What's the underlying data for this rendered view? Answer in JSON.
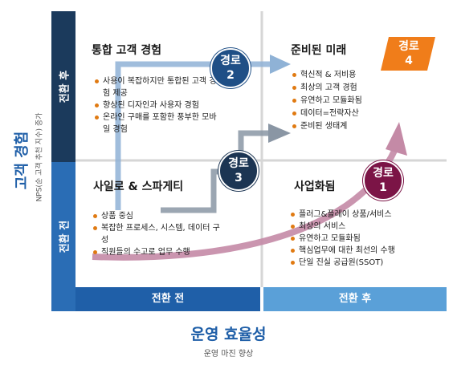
{
  "y_axis": {
    "title": "고객 경험",
    "subtitle": "NPS(순 고객 추천 지수) 증가",
    "top_label": "전환 후",
    "bottom_label": "전환 전"
  },
  "x_axis": {
    "title": "운영 효율성",
    "subtitle": "운영 마진 향상",
    "left_label": "전환 전",
    "right_label": "전환 후"
  },
  "quadrants": {
    "top_left": {
      "title": "통합 고객 경험",
      "items": [
        "사용이 복잡하지만 통합된 고객 경험 제공",
        "향상된 디자인과 사용자 경험",
        "온라인 구매를 포함한 풍부한 모바일 경험"
      ]
    },
    "top_right": {
      "title": "준비된 미래",
      "items": [
        "혁신적 & 저비용",
        "최상의 고객 경험",
        "유연하고 모듈화됨",
        "데이터=전략자산",
        "준비된 생태계"
      ]
    },
    "bottom_left": {
      "title": "사일로 & 스파게티",
      "items": [
        "상품 중심",
        "복잡한 프로세스, 시스템, 데이터 구성",
        "직원들의 수고로 업무 수행"
      ]
    },
    "bottom_right": {
      "title": "사업화됨",
      "items": [
        "플러그&플레이 상품/서비스",
        "최상의 서비스",
        "유연하고 모듈화됨",
        "핵심업무에 대한 최선의 수행",
        "단일 진실 공급원(SSOT)"
      ]
    }
  },
  "paths": {
    "p1": {
      "line1": "경로",
      "line2": "1",
      "color": "#7b1446"
    },
    "p2": {
      "line1": "경로",
      "line2": "2",
      "color": "#1f4f86"
    },
    "p3": {
      "line1": "경로",
      "line2": "3",
      "color": "#1c3553"
    },
    "p4": {
      "line1": "경로",
      "line2": "4",
      "color": "#f07d1a"
    }
  }
}
